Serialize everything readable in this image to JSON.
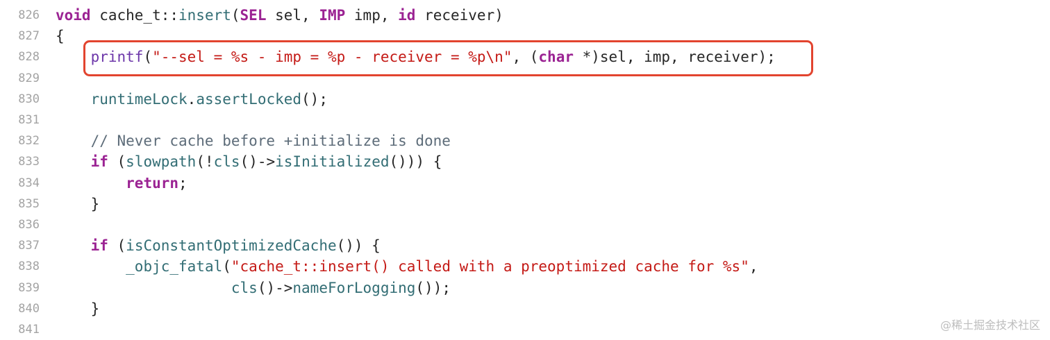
{
  "lines": [
    {
      "n": "826",
      "tokens": [
        {
          "t": "void",
          "c": "kw"
        },
        {
          "t": " cache_t::",
          "c": "op"
        },
        {
          "t": "insert",
          "c": "fn"
        },
        {
          "t": "(",
          "c": "op"
        },
        {
          "t": "SEL",
          "c": "kw"
        },
        {
          "t": " sel, ",
          "c": "op"
        },
        {
          "t": "IMP",
          "c": "kw"
        },
        {
          "t": " imp, ",
          "c": "op"
        },
        {
          "t": "id",
          "c": "kw"
        },
        {
          "t": " receiver)",
          "c": "op"
        }
      ]
    },
    {
      "n": "827",
      "tokens": [
        {
          "t": "{",
          "c": "op"
        }
      ]
    },
    {
      "n": "828",
      "tokens": [
        {
          "t": "    ",
          "c": "op"
        },
        {
          "t": "printf",
          "c": "fn2"
        },
        {
          "t": "(",
          "c": "op"
        },
        {
          "t": "\"--sel = %s - imp = %p - receiver = %p\\n\"",
          "c": "str"
        },
        {
          "t": ", (",
          "c": "op"
        },
        {
          "t": "char",
          "c": "kw"
        },
        {
          "t": " *)sel, imp, receiver);",
          "c": "op"
        }
      ]
    },
    {
      "n": "829",
      "tokens": []
    },
    {
      "n": "830",
      "tokens": [
        {
          "t": "    ",
          "c": "op"
        },
        {
          "t": "runtimeLock",
          "c": "fn"
        },
        {
          "t": ".",
          "c": "op"
        },
        {
          "t": "assertLocked",
          "c": "fn"
        },
        {
          "t": "();",
          "c": "op"
        }
      ]
    },
    {
      "n": "831",
      "tokens": []
    },
    {
      "n": "832",
      "tokens": [
        {
          "t": "    // Never cache before +initialize is done",
          "c": "cm"
        }
      ]
    },
    {
      "n": "833",
      "tokens": [
        {
          "t": "    ",
          "c": "op"
        },
        {
          "t": "if",
          "c": "kw"
        },
        {
          "t": " (",
          "c": "op"
        },
        {
          "t": "slowpath",
          "c": "fn"
        },
        {
          "t": "(!",
          "c": "op"
        },
        {
          "t": "cls",
          "c": "fn"
        },
        {
          "t": "()->",
          "c": "op"
        },
        {
          "t": "isInitialized",
          "c": "fn"
        },
        {
          "t": "())) {",
          "c": "op"
        }
      ]
    },
    {
      "n": "834",
      "tokens": [
        {
          "t": "        ",
          "c": "op"
        },
        {
          "t": "return",
          "c": "kw"
        },
        {
          "t": ";",
          "c": "op"
        }
      ]
    },
    {
      "n": "835",
      "tokens": [
        {
          "t": "    }",
          "c": "op"
        }
      ]
    },
    {
      "n": "836",
      "tokens": []
    },
    {
      "n": "837",
      "tokens": [
        {
          "t": "    ",
          "c": "op"
        },
        {
          "t": "if",
          "c": "kw"
        },
        {
          "t": " (",
          "c": "op"
        },
        {
          "t": "isConstantOptimizedCache",
          "c": "fn"
        },
        {
          "t": "()) {",
          "c": "op"
        }
      ]
    },
    {
      "n": "838",
      "tokens": [
        {
          "t": "        ",
          "c": "op"
        },
        {
          "t": "_objc_fatal",
          "c": "fn"
        },
        {
          "t": "(",
          "c": "op"
        },
        {
          "t": "\"cache_t::insert() called with a preoptimized cache for %s\"",
          "c": "str"
        },
        {
          "t": ",",
          "c": "op"
        }
      ]
    },
    {
      "n": "839",
      "tokens": [
        {
          "t": "                    ",
          "c": "op"
        },
        {
          "t": "cls",
          "c": "fn"
        },
        {
          "t": "()->",
          "c": "op"
        },
        {
          "t": "nameForLogging",
          "c": "fn"
        },
        {
          "t": "());",
          "c": "op"
        }
      ]
    },
    {
      "n": "840",
      "tokens": [
        {
          "t": "    }",
          "c": "op"
        }
      ]
    },
    {
      "n": "841",
      "tokens": []
    }
  ],
  "watermark": "@稀土掘金技术社区",
  "colors": {
    "keyword": "#9b2393",
    "function": "#326d74",
    "printf": "#6c36a9",
    "string": "#c41a16",
    "comment": "#5d6c79",
    "highlight_border": "#e2442f"
  }
}
